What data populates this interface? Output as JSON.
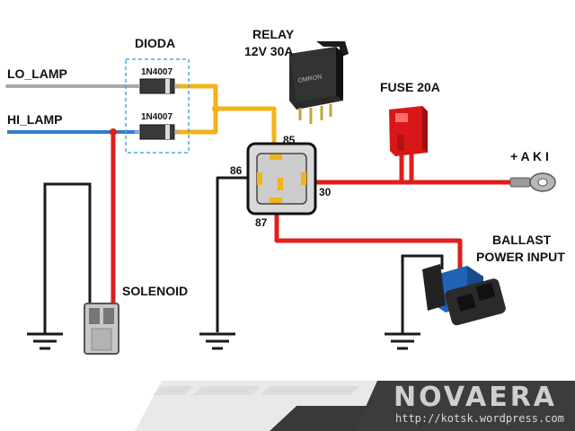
{
  "labels": {
    "dioda": "DIODA",
    "relay_line1": "RELAY",
    "relay_line2": "12V 30A",
    "fuse": "FUSE 20A",
    "aki": "+ A K I",
    "ballast_line1": "BALLAST",
    "ballast_line2": "POWER INPUT",
    "lo_lamp": "LO_LAMP",
    "hi_lamp": "HI_LAMP",
    "solenoid": "SOLENOID"
  },
  "diodes": [
    {
      "part": "1N4007"
    },
    {
      "part": "1N4007"
    }
  ],
  "relay": {
    "brand": "OMRON",
    "pins": {
      "p85": "85",
      "p86": "86",
      "p30": "30",
      "p87": "87"
    }
  },
  "footer": {
    "brand": "NOVAERA",
    "url": "http://kotsk.wordpress.com"
  },
  "colors": {
    "wire_red": "#e01e1e",
    "wire_yellow": "#f3b21a",
    "wire_blue": "#2f7fd1",
    "wire_gray": "#a9a9a9",
    "ground": "#1a1a1a",
    "diode_box": "#4fa8dc",
    "footer_band": "#3c3c3c"
  }
}
